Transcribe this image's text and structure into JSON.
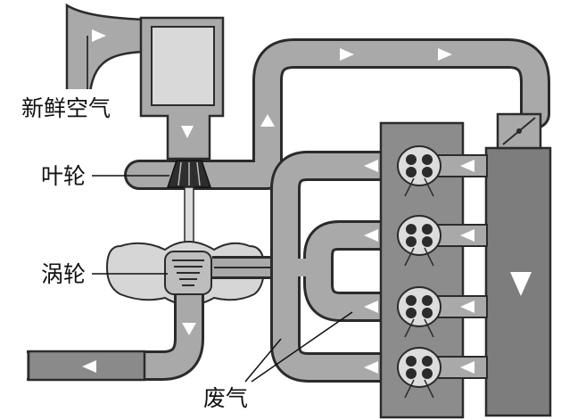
{
  "labels": {
    "fresh_air": "新鲜空气",
    "impeller": "叶轮",
    "turbine": "涡轮",
    "exhaust": "废气"
  },
  "colors": {
    "pipe_fill": "#a9a9a9",
    "pipe_outline": "#2b2b2b",
    "block_fill": "#7d7d7d",
    "intake_box_fill": "#d9d9d9",
    "arrow_fill": "#ffffff",
    "label_text": "#111111"
  },
  "icons": {
    "flow_arrow": "triangle-arrow-icon",
    "valve": "throttle-valve-icon",
    "cylinder": "cylinder-valves-icon"
  }
}
